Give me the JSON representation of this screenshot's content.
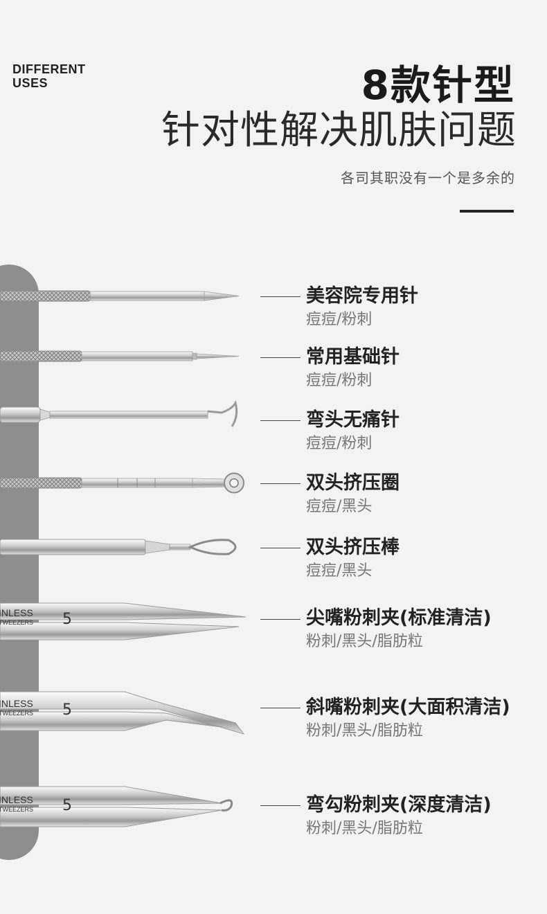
{
  "header": {
    "corner_line1": "DIFFERENT",
    "corner_line2": "USES",
    "title": "8款针型",
    "subtitle": "针对性解决肌肤问题",
    "tagline": "各司其职没有一个是多余的"
  },
  "tools": [
    {
      "name": "美容院专用针",
      "use": "痘痘/粉刺"
    },
    {
      "name": "常用基础针",
      "use": "痘痘/粉刺"
    },
    {
      "name": "弯头无痛针",
      "use": "痘痘/粉刺"
    },
    {
      "name": "双头挤压圈",
      "use": "痘痘/黑头"
    },
    {
      "name": "双头挤压棒",
      "use": "痘痘/黑头"
    },
    {
      "name": "尖嘴粉刺夹(标准清洁)",
      "use": "粉刺/黑头/脂肪粒"
    },
    {
      "name": "斜嘴粉刺夹(大面积清洁)",
      "use": "粉刺/黑头/脂肪粒"
    },
    {
      "name": "弯勾粉刺夹(深度清洁)",
      "use": "粉刺/黑头/脂肪粒"
    }
  ],
  "tweezer_engraving": {
    "line1": "INLESS",
    "line2": "TWEEZERS",
    "number": "5"
  },
  "colors": {
    "strip": "#8e8e8e",
    "background": "#f3f3f3",
    "text": "#222222",
    "muted": "#777777"
  }
}
